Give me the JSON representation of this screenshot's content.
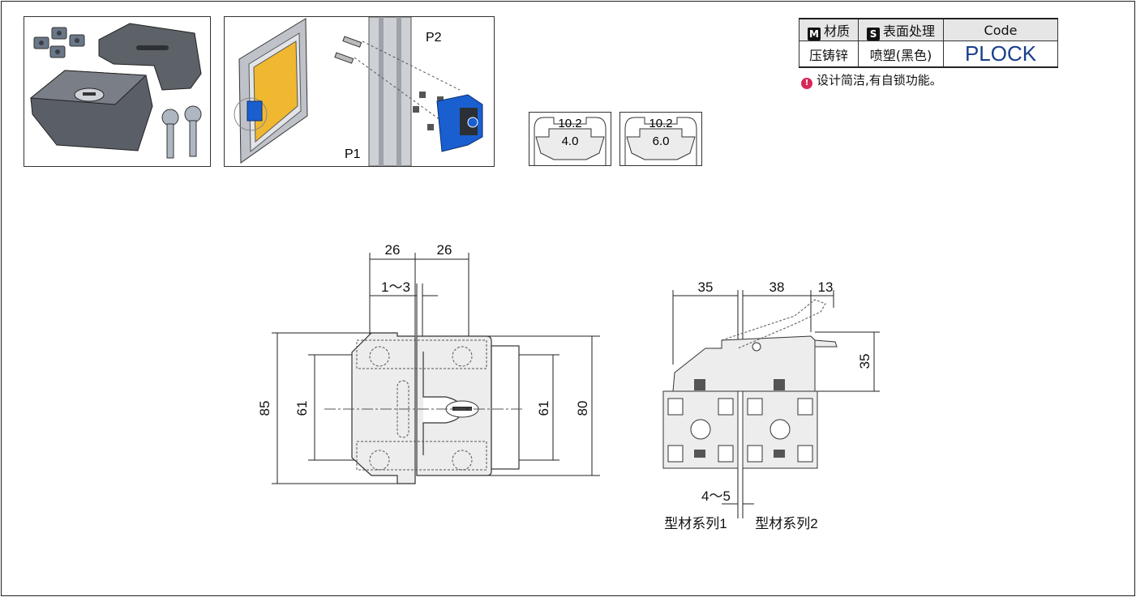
{
  "spec_table": {
    "headers": {
      "material_tag": "M",
      "material": "材质",
      "surface_tag": "S",
      "surface": "表面处理",
      "code": "Code"
    },
    "values": {
      "material": "压铸锌",
      "surface": "喷塑(黑色)",
      "code": "PLOCK"
    }
  },
  "feature_note": "设计简洁,有自锁功能。",
  "install_labels": {
    "p2": "P2",
    "p1": "P1"
  },
  "slot_profiles": [
    {
      "width": "10.2",
      "depth": "4.0"
    },
    {
      "width": "10.2",
      "depth": "6.0"
    }
  ],
  "front_view_dims": {
    "d26a": "26",
    "d26b": "26",
    "gap": "1～3",
    "h85": "85",
    "h61a": "61",
    "h61b": "61",
    "h80": "80"
  },
  "side_view_dims": {
    "d35": "35",
    "d38": "38",
    "d13": "13",
    "h35": "35",
    "gap": "4～5"
  },
  "profile_labels": {
    "series1": "型材系列1",
    "series2": "型材系列2"
  },
  "colors": {
    "accent_blue": "#1a5fd0",
    "panel_yellow": "#f0b830",
    "code_blue": "#1a3e8c"
  }
}
